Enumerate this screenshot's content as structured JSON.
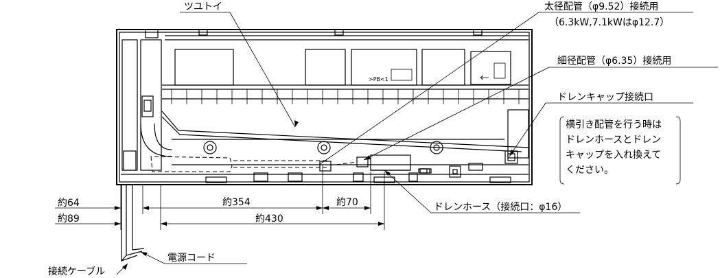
{
  "labels": {
    "tsutoi": "ツユトイ",
    "large_pipe": "太径配管（φ9.52）接続用",
    "large_pipe_note": "（6.3kW,7.1kWはφ12.7）",
    "small_pipe": "細径配管（φ6.35）接続用",
    "drain_cap": "ドレンキャップ接続口",
    "drain_note": [
      "横引き配管を行う時は",
      "ドレンホースとドレン",
      "キャップを入れ換えて",
      "ください。"
    ],
    "drain_hose": "ドレンホース（接続口：φ16）",
    "connection_cable": "接続ケーブル",
    "power_cord": "電源コード"
  },
  "dimensions": {
    "d64": "約64",
    "d89": "約89",
    "d354": "約354",
    "d70": "約70",
    "d430": "約430"
  },
  "unit_text": {
    "pb_label": ">PB<1"
  }
}
